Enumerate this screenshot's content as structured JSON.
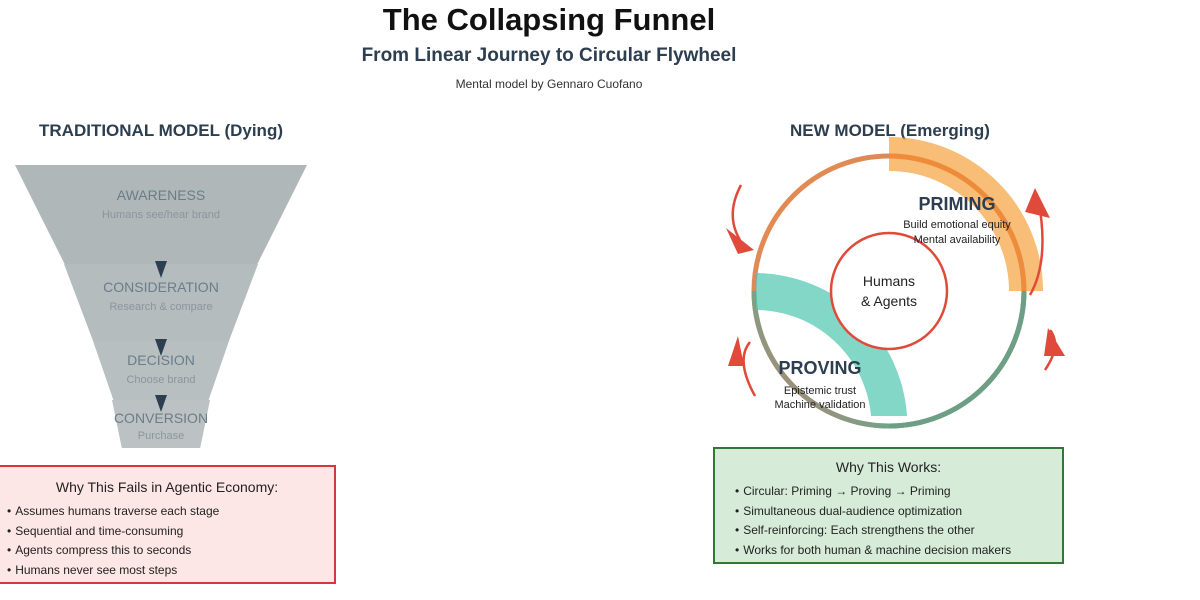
{
  "header": {
    "title": "The Collapsing Funnel",
    "subtitle": "From Linear Journey to Circular Flywheel",
    "credit": "Mental model by Gennaro Cuofano"
  },
  "traditional": {
    "heading": "TRADITIONAL MODEL (Dying)",
    "stages": [
      {
        "name": "AWARENESS",
        "desc": "Humans see/hear brand"
      },
      {
        "name": "CONSIDERATION",
        "desc": "Research & compare"
      },
      {
        "name": "DECISION",
        "desc": "Choose brand"
      },
      {
        "name": "CONVERSION",
        "desc": "Purchase"
      }
    ],
    "fails_box": {
      "title": "Why This Fails in Agentic Economy:",
      "items": [
        "Assumes humans traverse each stage",
        "Sequential and time-consuming",
        "Agents compress this to seconds",
        "Humans never see most steps"
      ]
    }
  },
  "new_model": {
    "heading": "NEW MODEL (Emerging)",
    "center_line1": "Humans",
    "center_line2": "& Agents",
    "priming": {
      "label": "PRIMING",
      "line1": "Build emotional equity",
      "line2": "Mental availability"
    },
    "proving": {
      "label": "PROVING",
      "line1": "Epistemic trust",
      "line2": "Machine validation"
    },
    "works_box": {
      "title": "Why This Works:",
      "items": [
        "Circular: Priming → Proving → Priming",
        "Simultaneous dual-audience optimization",
        "Self-reinforcing: Each strengthens the other",
        "Works for both human & machine decision makers"
      ]
    }
  },
  "colors": {
    "funnel_gray": "#a9b1b3",
    "heading_navy": "#2c3e50",
    "priming_orange": "#f5a442",
    "proving_teal": "#52c8b0",
    "arrow_red": "#e04a3b",
    "fails_border": "#d23a3a",
    "works_border": "#2d7a33"
  }
}
